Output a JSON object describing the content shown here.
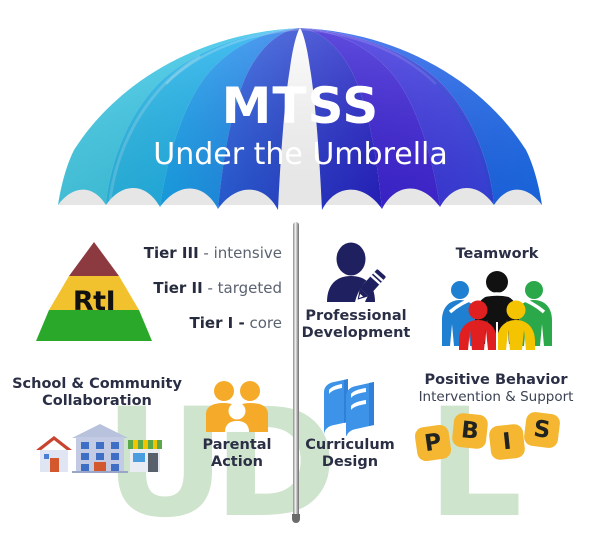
{
  "title": {
    "main": "MTSS",
    "subtitle": "Under the Umbrella"
  },
  "watermark": {
    "letters": [
      "U",
      "D",
      "L"
    ],
    "u": "U",
    "d": "D",
    "l": "L",
    "color": "#cfe4cd"
  },
  "umbrella": {
    "icon": "umbrella-canopy",
    "panel_colors": [
      "#3ec8e8",
      "#27b6e6",
      "#16a8f0",
      "#2a6ee6",
      "#2b47c8",
      "#3426c8",
      "#3b2ad8",
      "#2f5ae8",
      "#1a6df0"
    ],
    "pole_color": "#9a9a9a"
  },
  "items": {
    "rti": {
      "name": "RtI",
      "pyramid": {
        "tier3_color": "#8c3a3f",
        "tier2_color": "#f2c12e",
        "tier1_color": "#2aa82a"
      },
      "tiers": [
        {
          "key": "Tier III",
          "sep": " - ",
          "value": "intensive"
        },
        {
          "key": "Tier II",
          "sep": " - ",
          "value": "targeted"
        },
        {
          "key": "Tier I -",
          "sep": " ",
          "value": "core"
        }
      ]
    },
    "professional_development": {
      "icon": "person-with-pencil-icon",
      "label_line1": "Professional",
      "label_line2": "Development",
      "color": "#1f2060"
    },
    "teamwork": {
      "icon": "people-circle-icon",
      "label": "Teamwork",
      "figure_colors": [
        "#1f7fd0",
        "#111111",
        "#2aa84a",
        "#e02020",
        "#f5c400"
      ]
    },
    "school_community": {
      "icon": "buildings-icon",
      "label_line1": "School & Community",
      "label_line2": "Collaboration"
    },
    "parental_action": {
      "icon": "family-group-icon",
      "label_line1": "Parental",
      "label_line2": "Action",
      "color": "#f5ab29"
    },
    "curriculum_design": {
      "icon": "books-icon",
      "label_line1": "Curriculum",
      "label_line2": "Design",
      "color": "#3d93e8"
    },
    "pbis": {
      "icon": "pbis-letter-tiles",
      "label_line1": "Positive Behavior",
      "label_line2": "Intervention & Support",
      "tiles": [
        "P",
        "B",
        "I",
        "S"
      ],
      "tile_color": "#f5b731",
      "p": "P",
      "b": "B",
      "i": "I",
      "s": "S"
    }
  }
}
